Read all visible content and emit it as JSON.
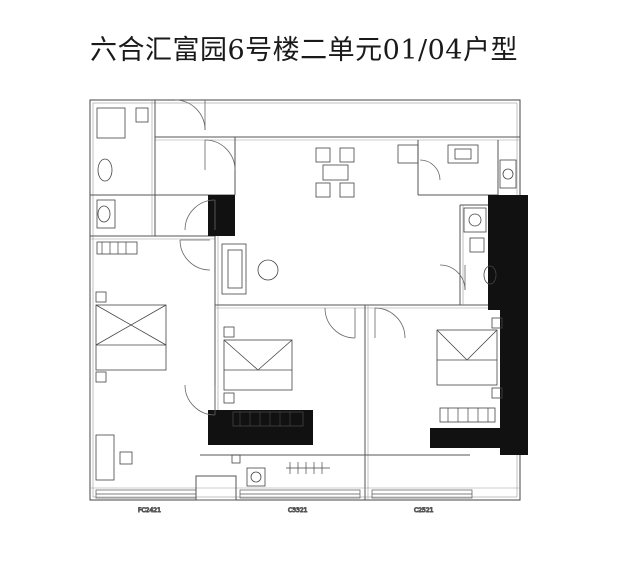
{
  "title": "六合汇富园6号楼二单元01/04户型",
  "window_labels": [
    "FC2421",
    "C3321",
    "C2521"
  ],
  "colors": {
    "wall": "#111111",
    "line": "#555555",
    "fixture": "#444444",
    "background": "#ffffff"
  }
}
